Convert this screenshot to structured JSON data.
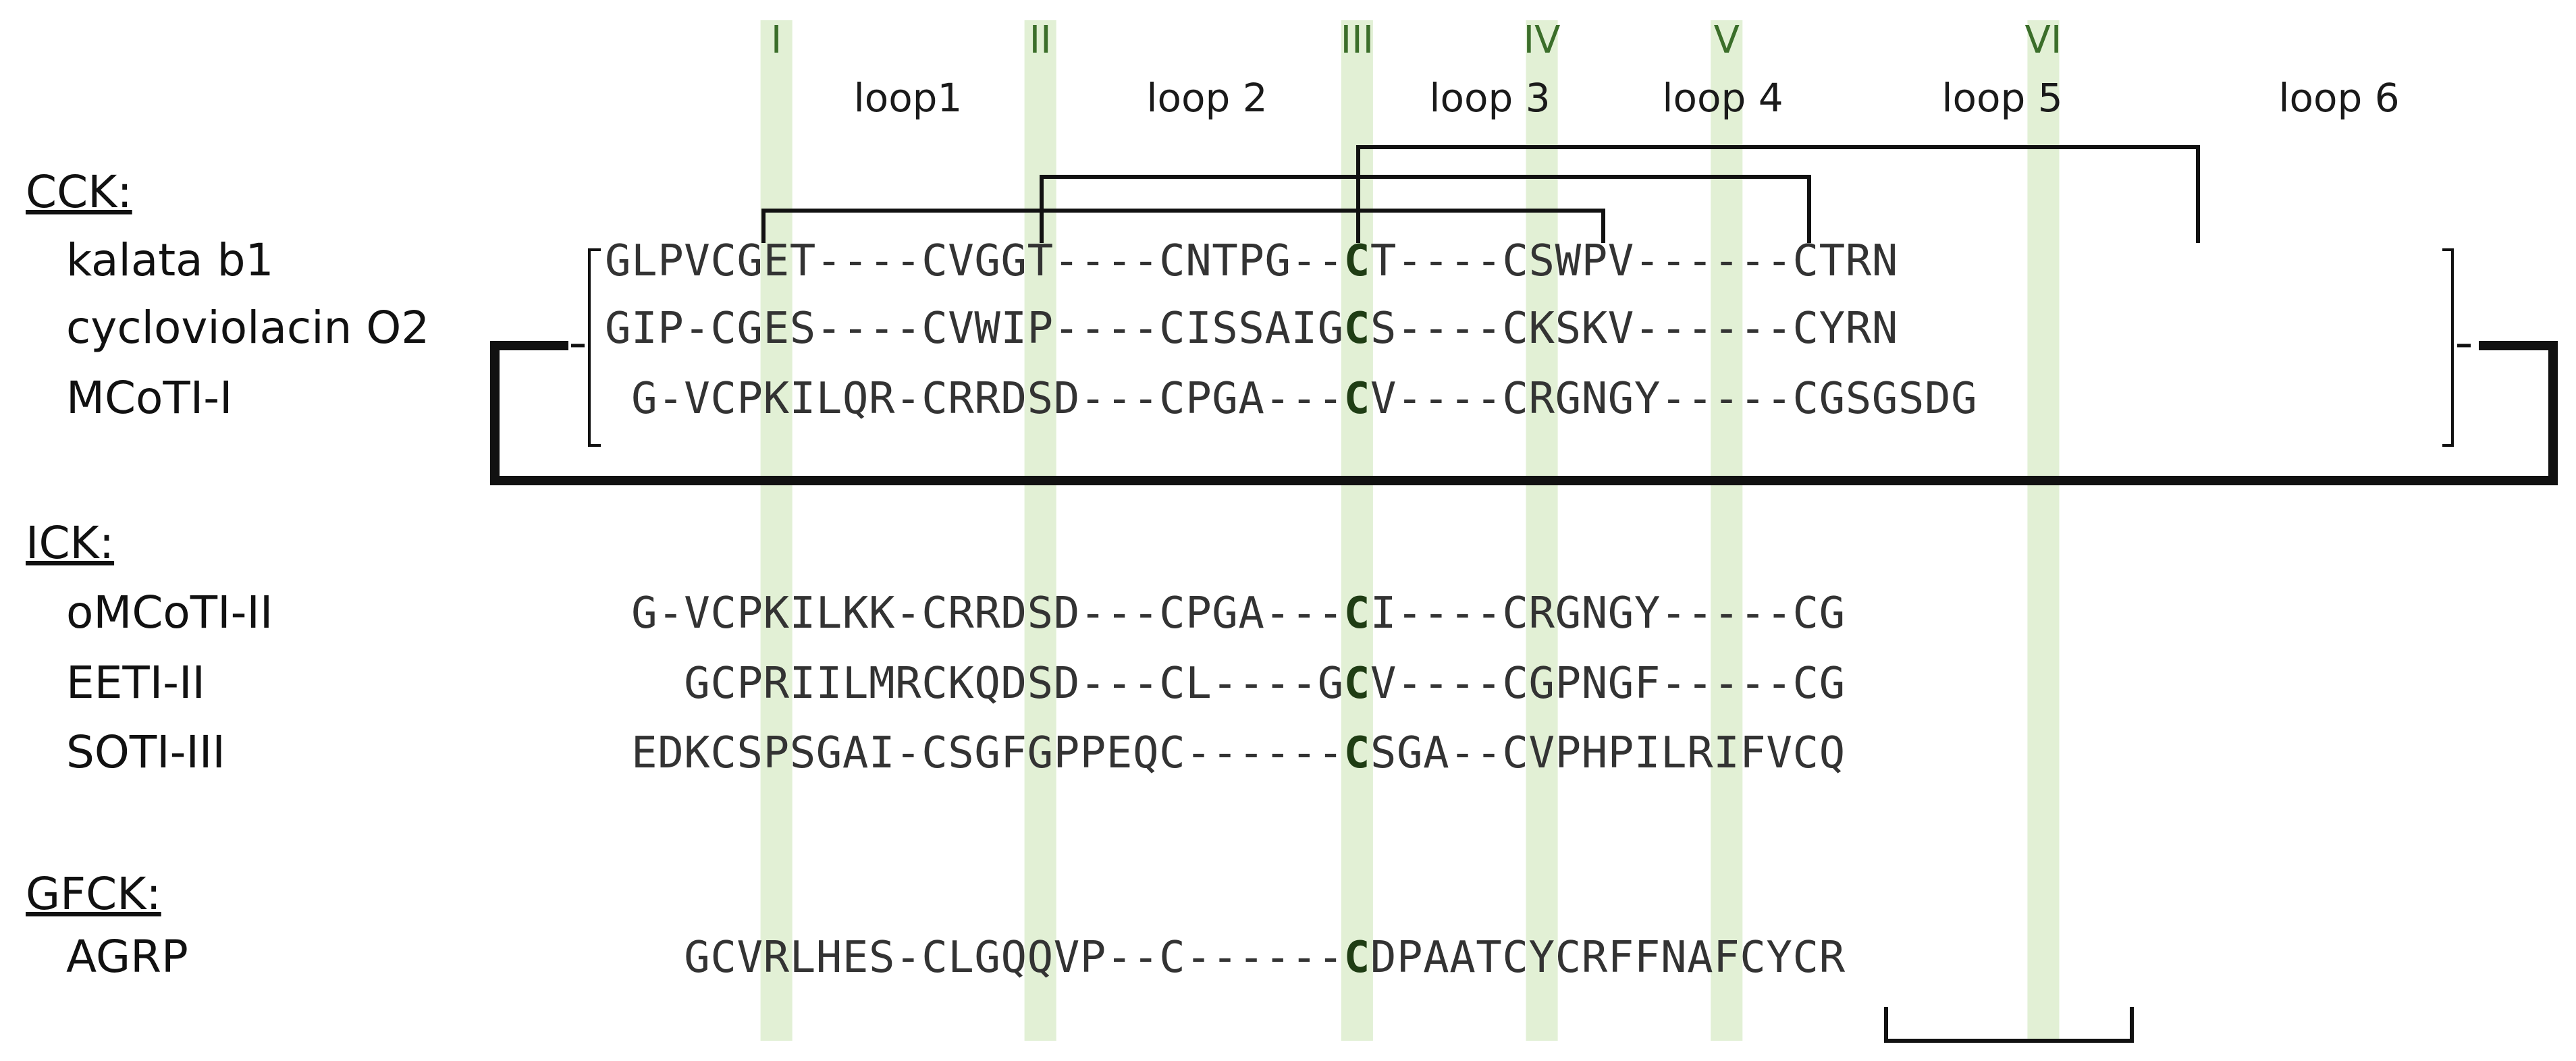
{
  "colors": {
    "cysteine_band": "#e2f0d5",
    "cysteine_text": "#1f3d14",
    "text": "#111111",
    "lines": "#111111"
  },
  "cysteine_labels": [
    "I",
    "II",
    "III",
    "IV",
    "V",
    "VI"
  ],
  "loop_labels": [
    "loop1",
    "loop 2",
    "loop 3",
    "loop 4",
    "loop 5",
    "loop 6"
  ],
  "groups": [
    {
      "label": "CCK:",
      "sequences": [
        {
          "name": "kalata b1",
          "seq": "GLPVCGET----CVGGT----CNTPG--CT----CSWPV------CTRN"
        },
        {
          "name": "cycloviolacin O2",
          "seq": "GIP-CGES----CVWIP----CISSAIGCS----CKSKV------CYRN"
        },
        {
          "name": "MCoTI-I",
          "seq": " G-VCPKILQR-CRRDSD---CPGA---CV----CRGNGY-----CGSGSDG"
        }
      ]
    },
    {
      "label": "ICK:",
      "sequences": [
        {
          "name": "oMCoTI-II",
          "seq": " G-VCPKILKK-CRRDSD---CPGA---CI----CRGNGY-----CG"
        },
        {
          "name": "EETI-II",
          "seq": "   GCPRIILMRCKQDSD---CL----GCV----CGPNGF-----CG"
        },
        {
          "name": "SOTI-III",
          "seq": " EDKCSPSGAI-CSGFGPPEQC------CSGA--CVPHPILRIFVCQ"
        }
      ]
    },
    {
      "label": "GFCK:",
      "sequences": [
        {
          "name": "AGRP",
          "seq": "   GCVRLHES-CLGQQVP--C------CDPAATCYCRFFNAFCYCR"
        }
      ]
    }
  ]
}
